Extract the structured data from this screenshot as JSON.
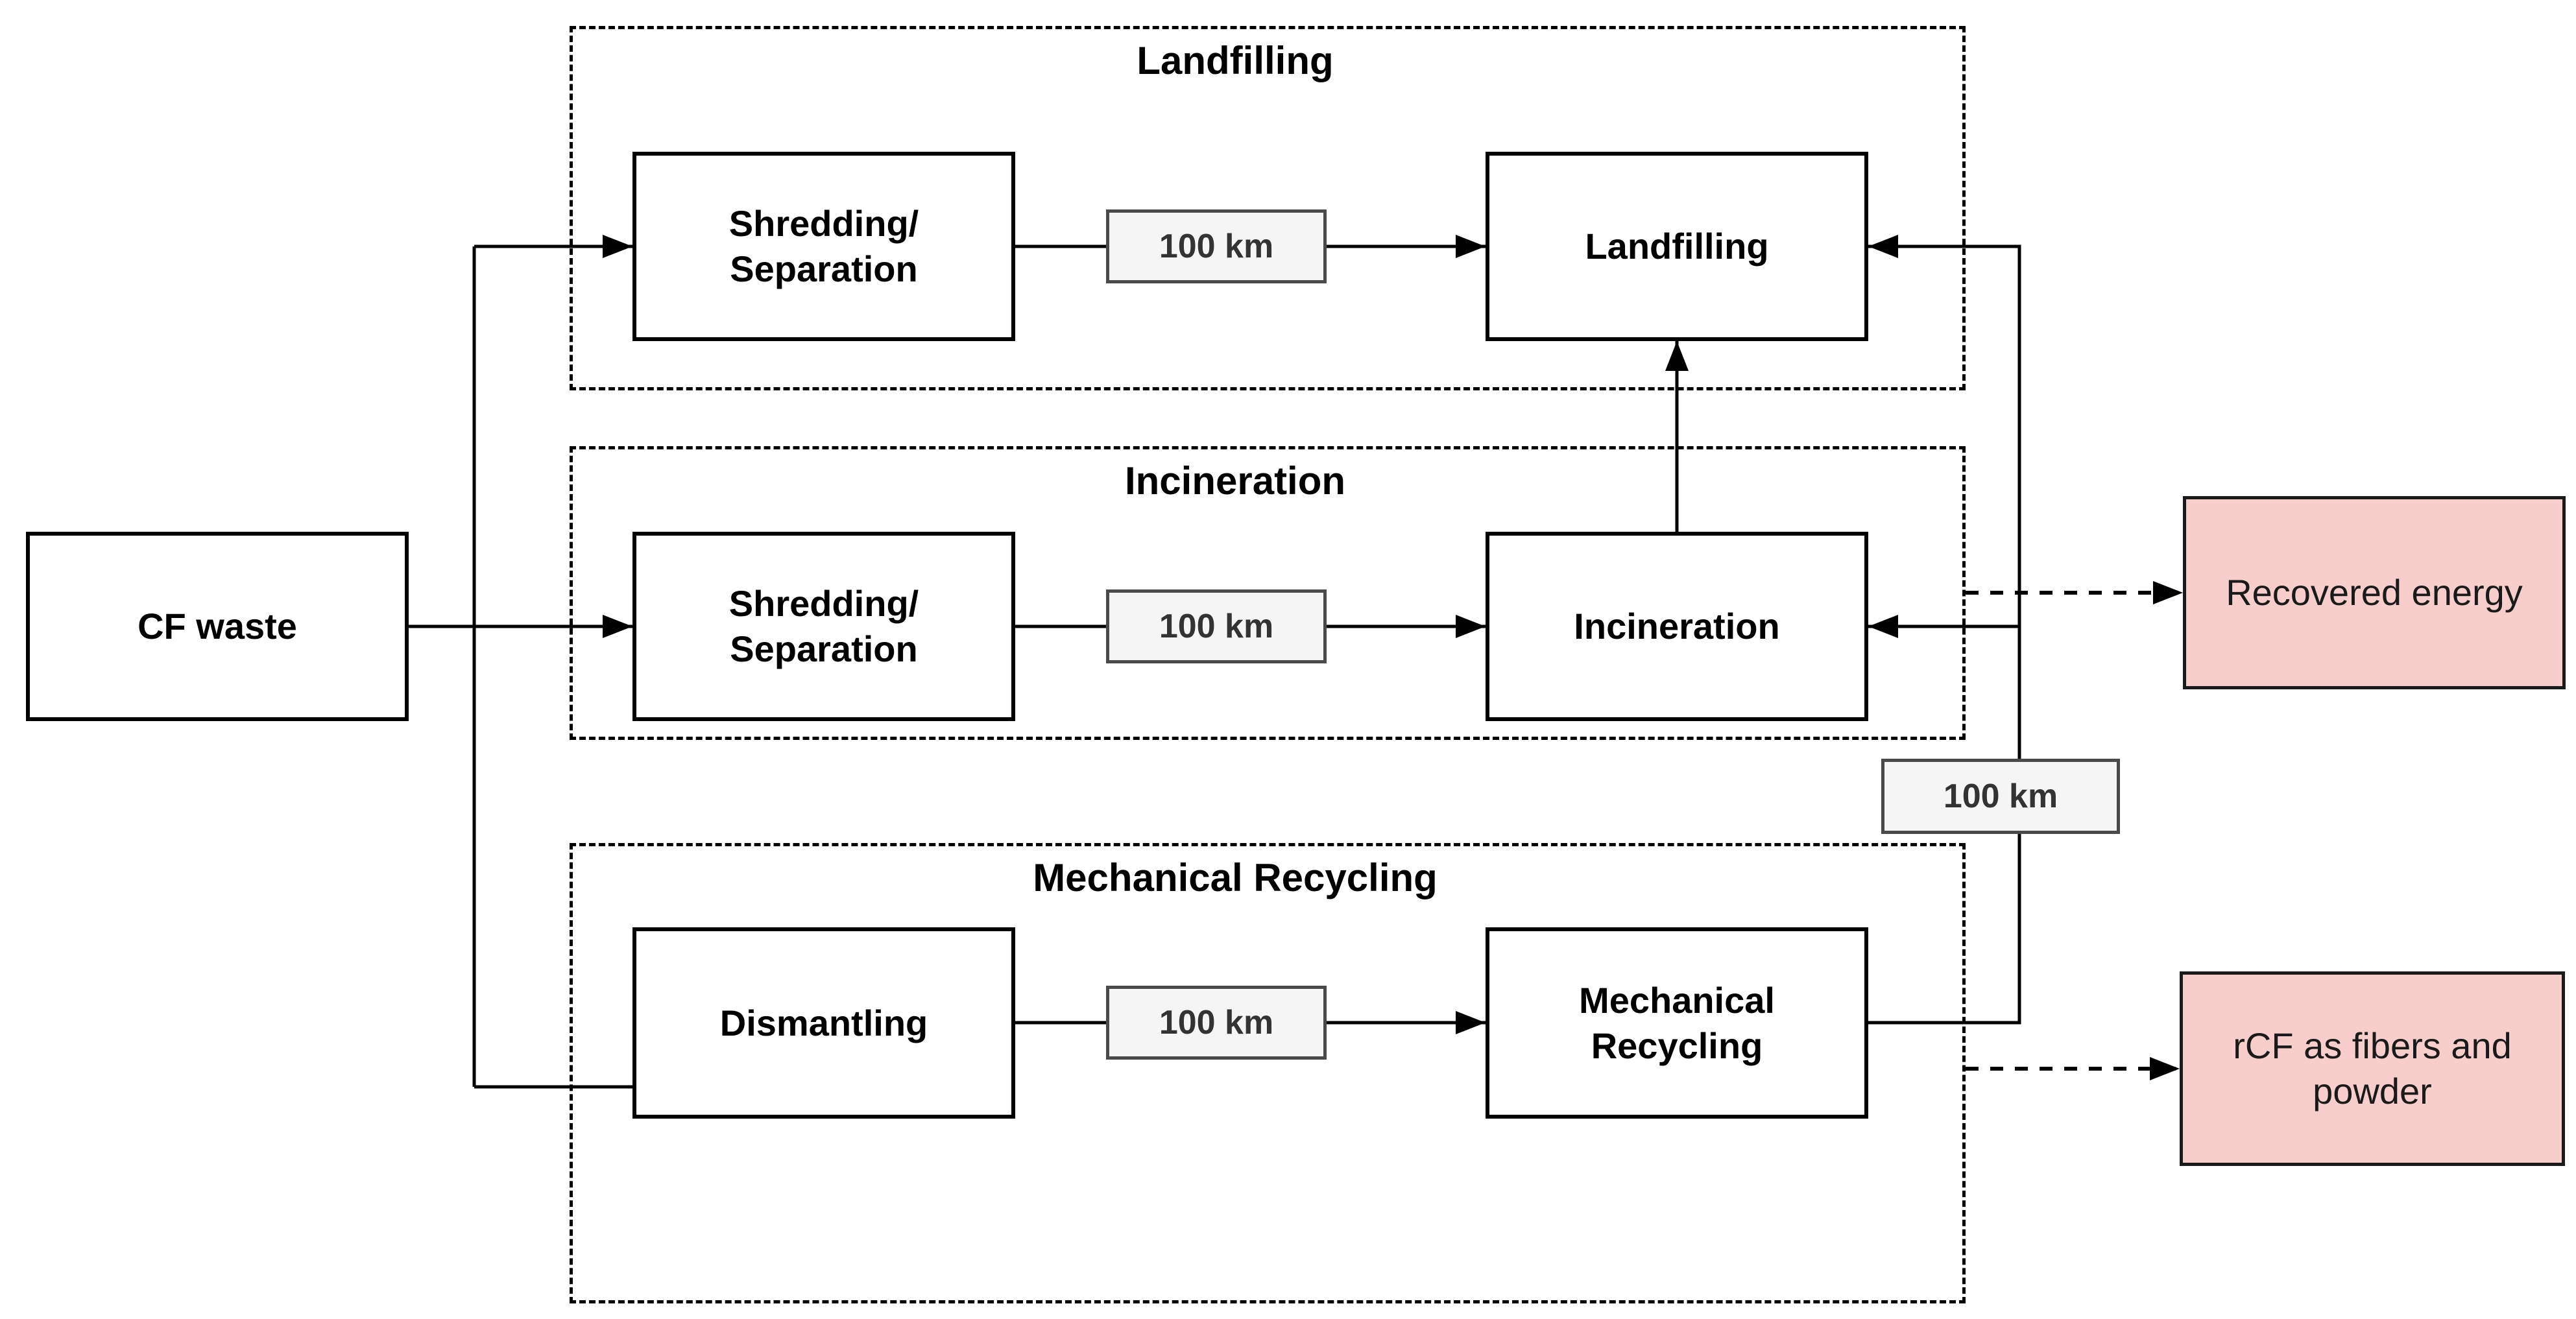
{
  "diagram": {
    "input": {
      "label": "CF waste"
    },
    "groups": {
      "landfilling": {
        "title": "Landfilling",
        "step1": "Shredding/\nSeparation",
        "distance": "100 km",
        "process": "Landfilling"
      },
      "incineration": {
        "title": "Incineration",
        "step1": "Shredding/\nSeparation",
        "distance": "100 km",
        "process": "Incineration"
      },
      "mechanical_recycling": {
        "title": "Mechanical Recycling",
        "step1": "Dismantling",
        "distance": "100 km",
        "process": "Mechanical\nRecycling"
      }
    },
    "transport_between": {
      "label": "100 km"
    },
    "outputs": {
      "recovered_energy": {
        "label": "Recovered energy"
      },
      "rcf": {
        "label": "rCF as fibers and\npowder"
      }
    },
    "colors": {
      "output_fill": "#f8cecc",
      "output_border": "#1a1a1a",
      "distance_fill": "#f5f5f5",
      "distance_border": "#4a4a4a",
      "process_border": "#000000",
      "line": "#000000"
    }
  }
}
